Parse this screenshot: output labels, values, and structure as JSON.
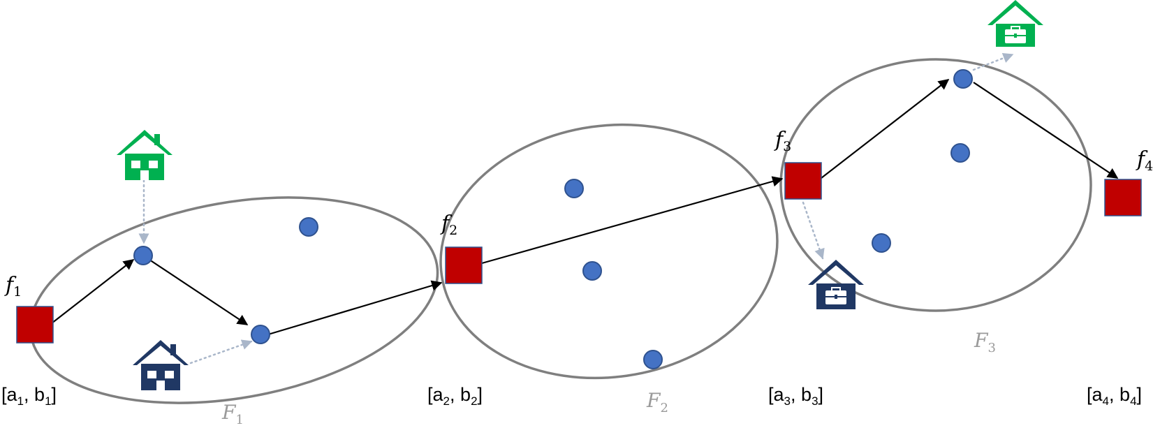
{
  "colors": {
    "ellipse": "#7f7f7f",
    "customer": "#4472c4",
    "facility": "#c00000",
    "home_green": "#00b050",
    "home_navy": "#203864",
    "arrow": "#000000",
    "dotted": "#a9b6c9",
    "set_label": "#9a9a9a"
  },
  "facility_labels": [
    {
      "main": "f",
      "sub": "1"
    },
    {
      "main": "f",
      "sub": "2"
    },
    {
      "main": "f",
      "sub": "3"
    },
    {
      "main": "f",
      "sub": "4"
    }
  ],
  "set_labels": [
    {
      "main": "F",
      "sub": "1"
    },
    {
      "main": "F",
      "sub": "2"
    },
    {
      "main": "F",
      "sub": "3"
    }
  ],
  "time_windows": [
    {
      "a": "a",
      "a_sub": "1",
      "b": "b",
      "b_sub": "1"
    },
    {
      "a": "a",
      "a_sub": "2",
      "b": "b",
      "b_sub": "2"
    },
    {
      "a": "a",
      "a_sub": "3",
      "b": "b",
      "b_sub": "3"
    },
    {
      "a": "a",
      "a_sub": "4",
      "b": "b",
      "b_sub": "4"
    }
  ],
  "icons": [
    "home-icon",
    "workplace-icon"
  ]
}
